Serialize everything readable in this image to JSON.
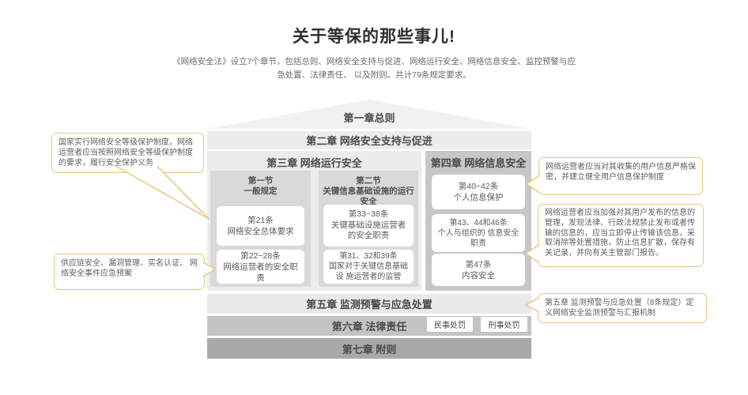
{
  "header": {
    "title": "关于等保的那些事儿!",
    "subtitle_line1": "《网络安全法》设立7个章节，包括总则、网络安全支持与促进、网络运行安全、网络信息安全、监控预警与应",
    "subtitle_line2": "急处置、法律责任、 以及附则。共计79条规定要求。"
  },
  "diagram": {
    "chapter1": {
      "label": "第一章总则"
    },
    "chapter2": {
      "label": "第二章 网络安全支持与促进"
    },
    "chapter3": {
      "label": "第三章 网络运行安全",
      "sections": [
        {
          "name": "第一节",
          "desc": "一般规定",
          "cards": [
            {
              "ref": "第21条",
              "desc": "网络安全总体要求"
            },
            {
              "ref": "第22~28条",
              "desc": "网络运营者的安全职责"
            }
          ]
        },
        {
          "name": "第二节",
          "desc": "关键信息基础设施的运行安全",
          "cards": [
            {
              "ref": "第33~38条",
              "desc": "关键基础设施运营者 的安全职责"
            },
            {
              "ref": "第31、32和39条",
              "desc": "国家对于关键信息基础设 施运营者的监管"
            }
          ]
        }
      ]
    },
    "chapter4": {
      "label": "第四章 网络信息安全",
      "cards": [
        {
          "ref": "第40~42条",
          "desc": "个人信息保护"
        },
        {
          "ref": "第43、44和46条",
          "desc": "个人与组织的 信息安全职责"
        },
        {
          "ref": "第47条",
          "desc": "内容安全"
        }
      ]
    },
    "chapter5": {
      "label": "第五章 监测预警与应急处置"
    },
    "chapter6": {
      "label": "第六章 法律责任",
      "buttons": [
        {
          "label": "民事处罚"
        },
        {
          "label": "刑事处罚"
        }
      ]
    },
    "chapter7": {
      "label": "第七章 附则"
    }
  },
  "callouts": {
    "left": [
      {
        "text": "国家实行网络安全等级保护制度。网络运营者应当按照网络安全等级保护制度的要求，履行安全保护义务"
      },
      {
        "text": "供应链安全、漏洞管理、实名认证、 网络安全事件应急预案"
      }
    ],
    "right": [
      {
        "text": "网络运营者应当对其收集的用户信息严格保密，并建立健全用户信息保护制度"
      },
      {
        "text": "网络运营者应当加强对其用户发布的信息的管理，发现法律、行政法规禁止发布或者传输的信息的，应当立即停止传输该信息，采取消除等处置措施，防止信息扩散，保存有关记录，并向有关主管部门报告。"
      },
      {
        "text": "第五章 监测预警与应急处置（8条规定）定义网络安全监测预警与汇报机制"
      }
    ]
  },
  "colors": {
    "light_band": "#ececec",
    "sub_column": "#d9d9d9",
    "chapter4_block": "#c7c7c7",
    "chapter6_row": "#c4c4c4",
    "chapter7_row": "#a9a9a9",
    "callout_border": "#e9c77e",
    "title_text": "#4a4a4a"
  }
}
